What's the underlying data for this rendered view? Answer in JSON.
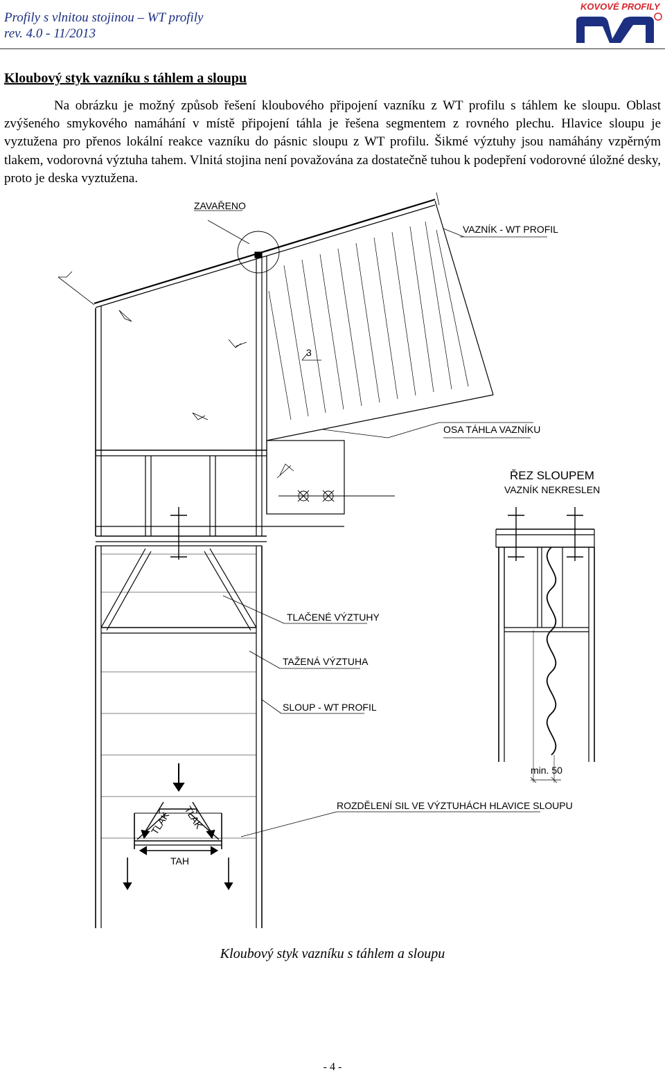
{
  "header": {
    "doc_title": "Profily s vlnitou stojinou – WT profily",
    "revision": "rev. 4.0 - 11/2013",
    "logo_text": "KOVOVÉ PROFILY",
    "brand_color": "#d4252a",
    "brand_blue": "#1c2f80"
  },
  "section": {
    "title": "Kloubový styk vazníku s táhlem a sloupu",
    "paragraph": "Na obrázku je možný způsob řešení kloubového připojení vazníku z WT profilu s táhlem ke sloupu. Oblast zvýšeného smykového namáhání v místě připojení táhla je řešena segmentem z rovného plechu. Hlavice sloupu je vyztužena pro přenos lokální reakce vazníku do pásnic sloupu z WT profilu. Šikmé výztuhy jsou namáhány vzpěrným tlakem, vodorovná výztuha tahem. Vlnitá stojina není považována za dostatečně tuhou k podepření vodorovné úložné desky, proto je deska vyztužena."
  },
  "drawing": {
    "labels": {
      "welded": "ZAVAŘENO",
      "truss": "VAZNÍK - WT PROFIL",
      "weld_size": "3",
      "tie_axis": "OSA TÁHLA VAZNÍKU",
      "section_title": "ŘEZ SLOUPEM",
      "section_note": "VAZNÍK NEKRESLEN",
      "compressed": "TLAČENÉ VÝZTUHY",
      "tensioned": "TAŽENÁ VÝZTUHA",
      "column": "SLOUP - WT PROFIL",
      "min_dim": "min. 50",
      "force_split": "ROZDĚLENÍ SIL VE VÝZTUHÁCH HLAVICE SLOUPU",
      "compression_1": "TLAK",
      "compression_2": "TLAK",
      "tension": "TAH"
    }
  },
  "caption": "Kloubový styk vazníku s táhlem a sloupu",
  "page_number": "- 4 -"
}
